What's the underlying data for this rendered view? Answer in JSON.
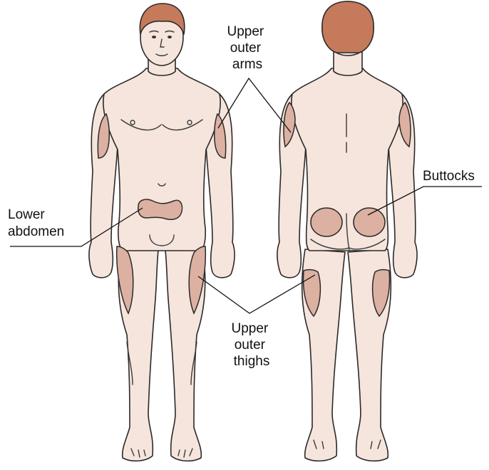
{
  "colors": {
    "skin": "#f6e5dc",
    "injection_site": "#dcb1a2",
    "hair": "#c67a5c",
    "outline": "#2a2a2a",
    "text": "#111111"
  },
  "labels": {
    "upper_outer_arms": [
      "Upper",
      "outer",
      "arms"
    ],
    "buttocks": [
      "Buttocks"
    ],
    "lower_abdomen": [
      "Lower",
      "abdomen"
    ],
    "upper_outer_thighs": [
      "Upper",
      "outer",
      "thighs"
    ]
  }
}
